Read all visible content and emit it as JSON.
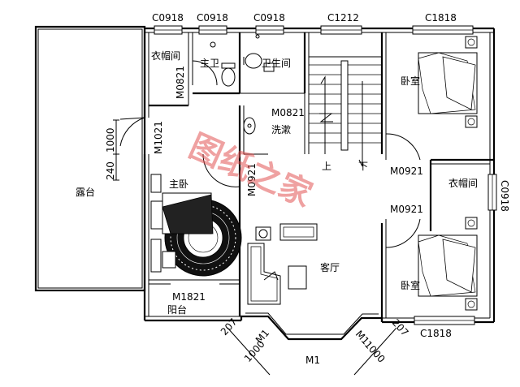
{
  "rooms": {
    "terrace": "露台",
    "cloakroom_left": "衣帽间",
    "master_bath": "主卫",
    "bathroom": "卫生间",
    "washroom": "洗漱",
    "master_bedroom": "主卧",
    "living_room": "客厅",
    "balcony": "阳台",
    "bedroom_top": "卧室",
    "bedroom_bottom": "卧室",
    "cloakroom_right": "衣帽间",
    "stair_up": "上",
    "stair_down": "下"
  },
  "windows": {
    "w1": "C0918",
    "w2": "C0918",
    "w3": "C0918",
    "w4": "C1212",
    "w5": "C1818",
    "w6": "C0918",
    "w7": "C1818"
  },
  "doors": {
    "d_cloak": "M0821",
    "d_wash": "M0821",
    "d_terrace": "M1021",
    "d_master": "M0921",
    "d_bed_top": "M0921",
    "d_bed_bottom": "M0921",
    "d_balcony": "M1821",
    "d_bay_left": "M1",
    "d_bay_right": "M1",
    "d_bay_center": "M1"
  },
  "dimensions": {
    "d1000_top": "1000",
    "d240": "240",
    "d207_left": "207",
    "d1000_left": "1000",
    "d207_right": "207",
    "d1000_right": "1000"
  },
  "watermark": "图纸之家"
}
